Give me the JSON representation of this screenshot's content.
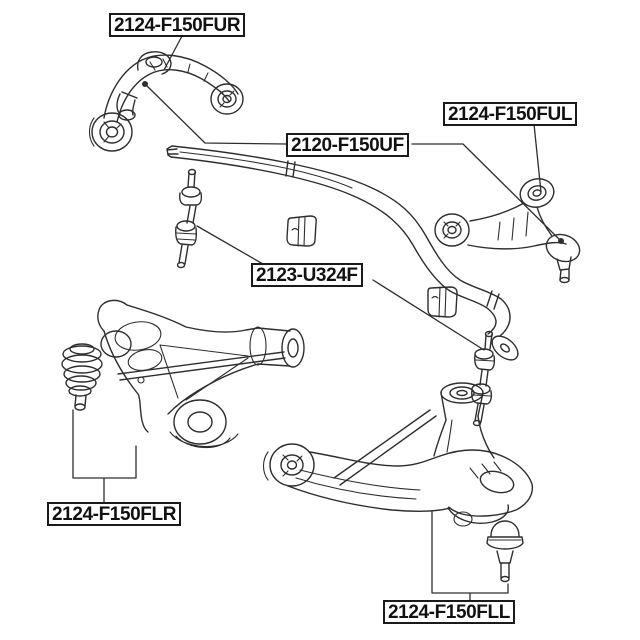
{
  "colors": {
    "background": "#ffffff",
    "line": "#2e2e2e",
    "label_border": "#1a1a1a",
    "label_text": "#111111",
    "label_background": "#ffffff"
  },
  "labels": {
    "upper_arm_right": "2124-F150FUR",
    "upper_arm_left": "2124-F150FUL",
    "upper_ball_joint": "2120-F150UF",
    "stabilizer_link": "2123-U324F",
    "lower_arm_right": "2124-F150FLR",
    "lower_arm_left": "2124-F150FLL"
  }
}
